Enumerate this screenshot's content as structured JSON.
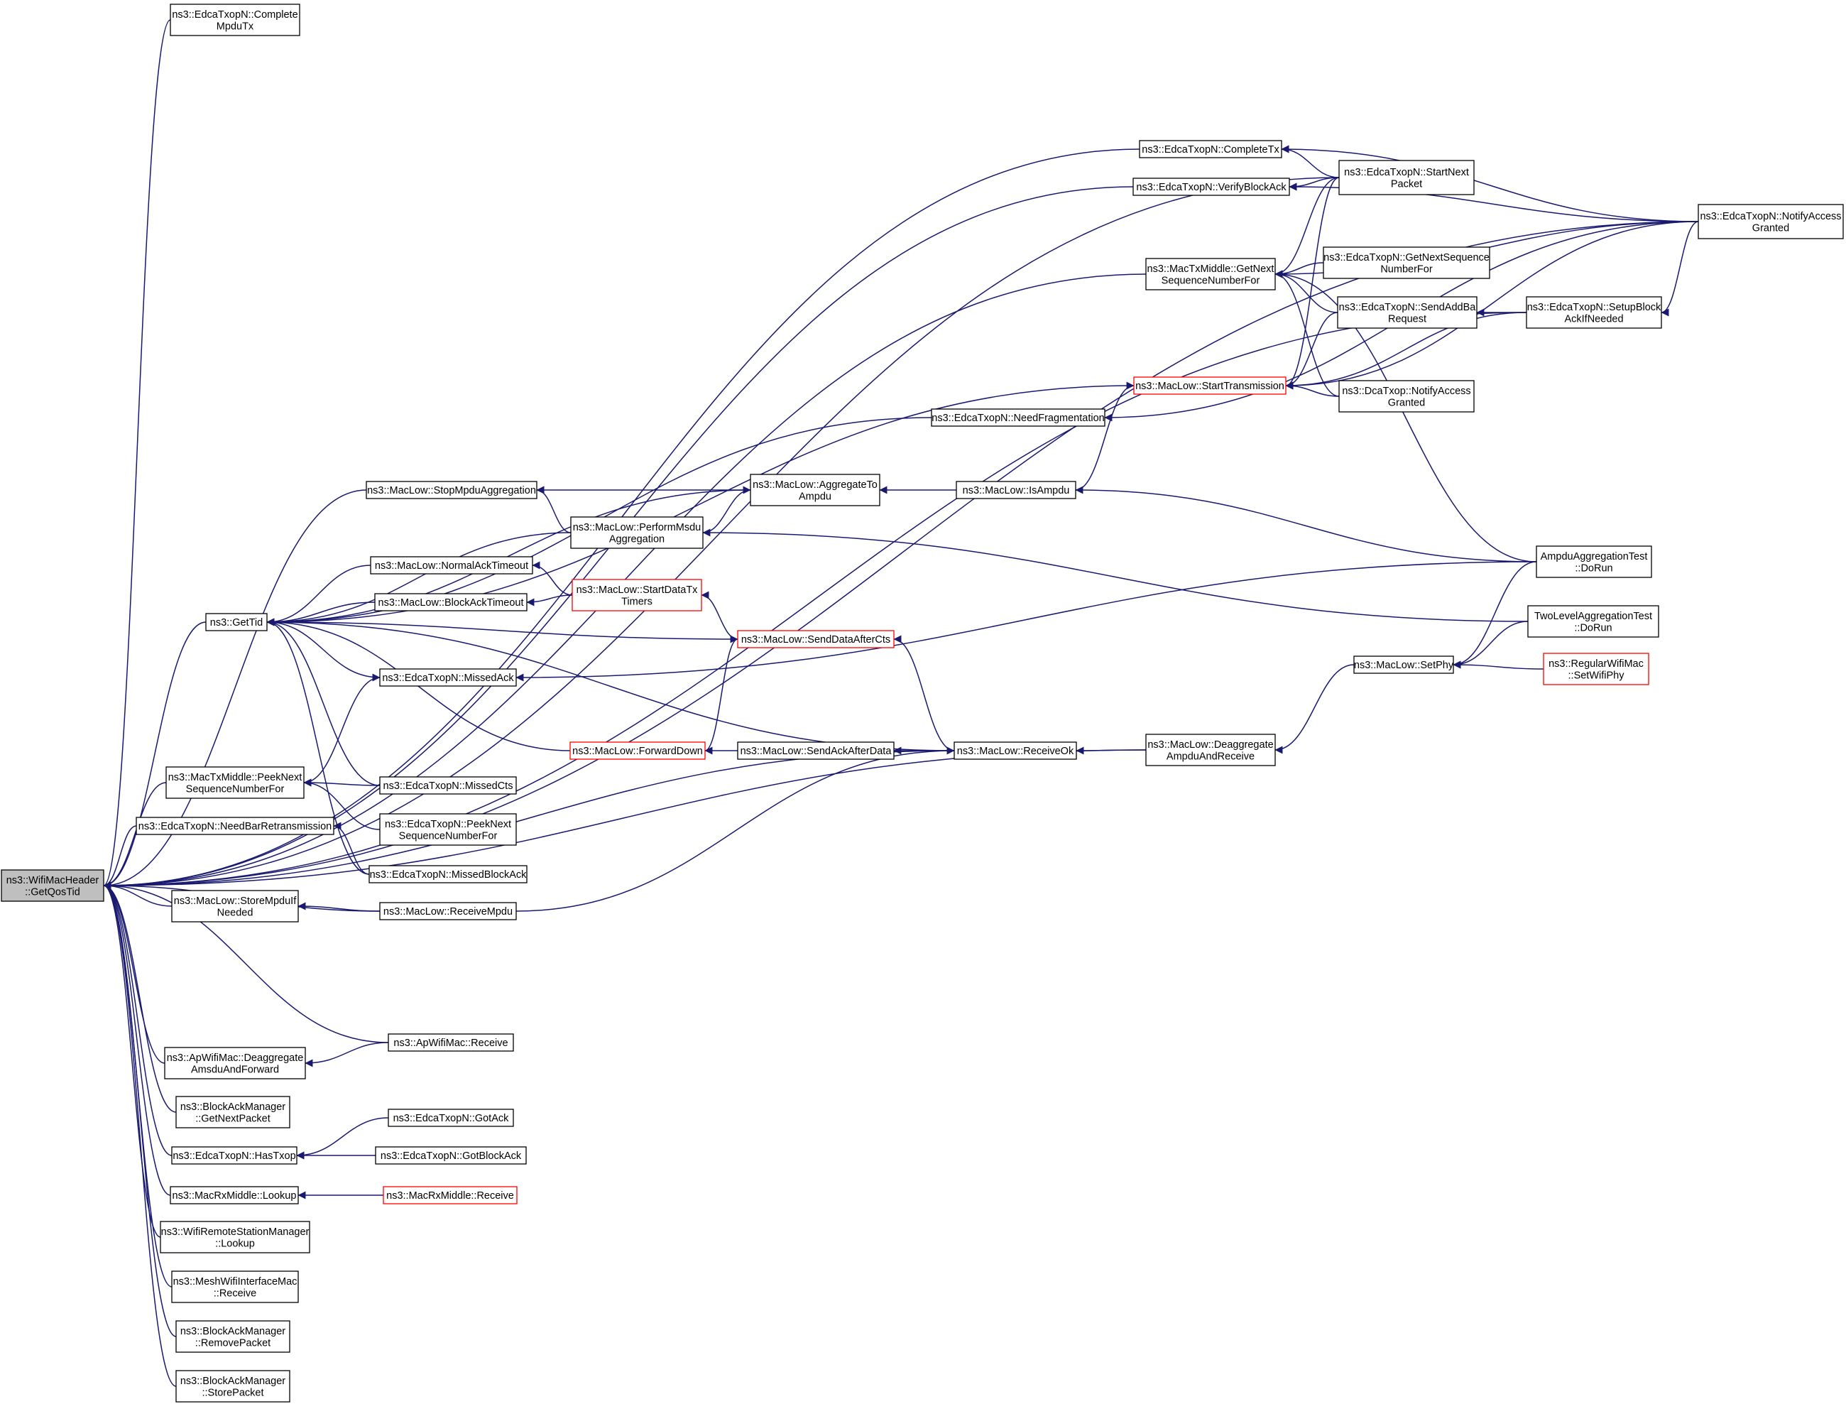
{
  "colors": {
    "edge": "#191970",
    "node_border": "#000000",
    "node_fill": "#ffffff",
    "selected_fill": "#bfbfbf",
    "truncated_border": "#ff0000"
  },
  "nodes": [
    {
      "id": "root",
      "lines": [
        "ns3::WifiMacHeader",
        "::GetQosTid"
      ],
      "style": "selected"
    },
    {
      "id": "completeMpduTx",
      "lines": [
        "ns3::EdcaTxopN::Complete",
        "MpduTx"
      ]
    },
    {
      "id": "completeTx",
      "lines": [
        "ns3::EdcaTxopN::CompleteTx"
      ]
    },
    {
      "id": "verifyBlockAck",
      "lines": [
        "ns3::EdcaTxopN::VerifyBlockAck"
      ]
    },
    {
      "id": "startNextPacket",
      "lines": [
        "ns3::EdcaTxopN::StartNext",
        "Packet"
      ]
    },
    {
      "id": "notifyAccessGranted",
      "lines": [
        "ns3::EdcaTxopN::NotifyAccess",
        "Granted"
      ]
    },
    {
      "id": "getNextSeq",
      "lines": [
        "ns3::MacTxMiddle::GetNext",
        "SequenceNumberFor"
      ]
    },
    {
      "id": "edcaGetNextSeq",
      "lines": [
        "ns3::EdcaTxopN::GetNextSequence",
        "NumberFor"
      ]
    },
    {
      "id": "sendAddBa",
      "lines": [
        "ns3::EdcaTxopN::SendAddBa",
        "Request"
      ]
    },
    {
      "id": "setupBlockAck",
      "lines": [
        "ns3::EdcaTxopN::SetupBlock",
        "AckIfNeeded"
      ]
    },
    {
      "id": "startTransmission",
      "lines": [
        "ns3::MacLow::StartTransmission"
      ],
      "style": "truncated"
    },
    {
      "id": "dcaNotify",
      "lines": [
        "ns3::DcaTxop::NotifyAccess",
        "Granted"
      ]
    },
    {
      "id": "needFragmentation",
      "lines": [
        "ns3::EdcaTxopN::NeedFragmentation"
      ]
    },
    {
      "id": "stopMpduAgg",
      "lines": [
        "ns3::MacLow::StopMpduAggregation"
      ]
    },
    {
      "id": "aggregateToAmpdu",
      "lines": [
        "ns3::MacLow::AggregateTo",
        "Ampdu"
      ]
    },
    {
      "id": "isAmpdu",
      "lines": [
        "ns3::MacLow::IsAmpdu"
      ]
    },
    {
      "id": "performMsdu",
      "lines": [
        "ns3::MacLow::PerformMsdu",
        "Aggregation"
      ]
    },
    {
      "id": "ampduTest",
      "lines": [
        "AmpduAggregationTest",
        "::DoRun"
      ]
    },
    {
      "id": "normalAckTimeout",
      "lines": [
        "ns3::MacLow::NormalAckTimeout"
      ]
    },
    {
      "id": "startDataTxTimers",
      "lines": [
        "ns3::MacLow::StartDataTx",
        "Timers"
      ],
      "style": "truncated"
    },
    {
      "id": "twoLevelTest",
      "lines": [
        "TwoLevelAggregationTest",
        "::DoRun"
      ]
    },
    {
      "id": "getTid",
      "lines": [
        "ns3::GetTid"
      ]
    },
    {
      "id": "blockAckTimeout",
      "lines": [
        "ns3::MacLow::BlockAckTimeout"
      ]
    },
    {
      "id": "sendDataAfterCts",
      "lines": [
        "ns3::MacLow::SendDataAfterCts"
      ],
      "style": "truncated"
    },
    {
      "id": "setPhy",
      "lines": [
        "ns3::MacLow::SetPhy"
      ]
    },
    {
      "id": "setWifiPhy",
      "lines": [
        "ns3::RegularWifiMac",
        "::SetWifiPhy"
      ],
      "style": "truncated"
    },
    {
      "id": "missedAck",
      "lines": [
        "ns3::EdcaTxopN::MissedAck"
      ]
    },
    {
      "id": "forwardDown",
      "lines": [
        "ns3::MacLow::ForwardDown"
      ],
      "style": "truncated"
    },
    {
      "id": "sendAckAfterData",
      "lines": [
        "ns3::MacLow::SendAckAfterData"
      ]
    },
    {
      "id": "receiveOk",
      "lines": [
        "ns3::MacLow::ReceiveOk"
      ]
    },
    {
      "id": "deaggregateAmpdu",
      "lines": [
        "ns3::MacLow::Deaggregate",
        "AmpduAndReceive"
      ]
    },
    {
      "id": "peekNextSeqMid",
      "lines": [
        "ns3::MacTxMiddle::PeekNext",
        "SequenceNumberFor"
      ]
    },
    {
      "id": "missedCts",
      "lines": [
        "ns3::EdcaTxopN::MissedCts"
      ]
    },
    {
      "id": "edcaPeekNextSeq",
      "lines": [
        "ns3::EdcaTxopN::PeekNext",
        "SequenceNumberFor"
      ]
    },
    {
      "id": "needBarRetrans",
      "lines": [
        "ns3::EdcaTxopN::NeedBarRetransmission"
      ]
    },
    {
      "id": "missedBlockAck",
      "lines": [
        "ns3::EdcaTxopN::MissedBlockAck"
      ]
    },
    {
      "id": "storeMpduIfNeeded",
      "lines": [
        "ns3::MacLow::StoreMpduIf",
        "Needed"
      ]
    },
    {
      "id": "receiveMpdu",
      "lines": [
        "ns3::MacLow::ReceiveMpdu"
      ]
    },
    {
      "id": "apDeaggregate",
      "lines": [
        "ns3::ApWifiMac::Deaggregate",
        "AmsduAndForward"
      ]
    },
    {
      "id": "apReceive",
      "lines": [
        "ns3::ApWifiMac::Receive"
      ]
    },
    {
      "id": "bamGetNextPacket",
      "lines": [
        "ns3::BlockAckManager",
        "::GetNextPacket"
      ]
    },
    {
      "id": "gotAck",
      "lines": [
        "ns3::EdcaTxopN::GotAck"
      ]
    },
    {
      "id": "hasTxop",
      "lines": [
        "ns3::EdcaTxopN::HasTxop"
      ]
    },
    {
      "id": "gotBlockAck",
      "lines": [
        "ns3::EdcaTxopN::GotBlockAck"
      ]
    },
    {
      "id": "rxMiddleLookup",
      "lines": [
        "ns3::MacRxMiddle::Lookup"
      ]
    },
    {
      "id": "rxMiddleReceive",
      "lines": [
        "ns3::MacRxMiddle::Receive"
      ],
      "style": "truncated"
    },
    {
      "id": "rsmLookup",
      "lines": [
        "ns3::WifiRemoteStationManager",
        "::Lookup"
      ]
    },
    {
      "id": "meshReceive",
      "lines": [
        "ns3::MeshWifiInterfaceMac",
        "::Receive"
      ]
    },
    {
      "id": "bamRemovePacket",
      "lines": [
        "ns3::BlockAckManager",
        "::RemovePacket"
      ]
    },
    {
      "id": "bamStorePacket",
      "lines": [
        "ns3::BlockAckManager",
        "::StorePacket"
      ]
    }
  ],
  "edges": [
    [
      "completeMpduTx",
      "root"
    ],
    [
      "notifyAccessGranted",
      "root"
    ],
    [
      "completeTx",
      "root"
    ],
    [
      "verifyBlockAck",
      "root"
    ],
    [
      "startNextPacket",
      "root"
    ],
    [
      "getNextSeq",
      "root"
    ],
    [
      "setupBlockAck",
      "root"
    ],
    [
      "stopMpduAgg",
      "root"
    ],
    [
      "getTid",
      "root"
    ],
    [
      "peekNextSeqMid",
      "root"
    ],
    [
      "needBarRetrans",
      "root"
    ],
    [
      "storeMpduIfNeeded",
      "root"
    ],
    [
      "receiveMpdu",
      "root"
    ],
    [
      "receiveOk",
      "root"
    ],
    [
      "deaggregateAmpdu",
      "root"
    ],
    [
      "apReceive",
      "root"
    ],
    [
      "apDeaggregate",
      "root"
    ],
    [
      "bamGetNextPacket",
      "root"
    ],
    [
      "hasTxop",
      "root"
    ],
    [
      "rxMiddleLookup",
      "root"
    ],
    [
      "rsmLookup",
      "root"
    ],
    [
      "meshReceive",
      "root"
    ],
    [
      "bamRemovePacket",
      "root"
    ],
    [
      "bamStorePacket",
      "root"
    ],
    [
      "notifyAccessGranted",
      "completeTx"
    ],
    [
      "startNextPacket",
      "completeTx"
    ],
    [
      "notifyAccessGranted",
      "verifyBlockAck"
    ],
    [
      "startNextPacket",
      "verifyBlockAck"
    ],
    [
      "startNextPacket",
      "getNextSeq"
    ],
    [
      "notifyAccessGranted",
      "getNextSeq"
    ],
    [
      "edcaGetNextSeq",
      "getNextSeq"
    ],
    [
      "sendAddBa",
      "getNextSeq"
    ],
    [
      "dcaNotify",
      "getNextSeq"
    ],
    [
      "ampduTest",
      "getNextSeq"
    ],
    [
      "setupBlockAck",
      "sendAddBa"
    ],
    [
      "notifyAccessGranted",
      "setupBlockAck"
    ],
    [
      "startNextPacket",
      "startTransmission"
    ],
    [
      "sendAddBa",
      "startTransmission"
    ],
    [
      "dcaNotify",
      "startTransmission"
    ],
    [
      "notifyAccessGranted",
      "startTransmission"
    ],
    [
      "setupBlockAck",
      "startTransmission"
    ],
    [
      "isAmpdu",
      "startTransmission"
    ],
    [
      "startTransmission",
      "getTid"
    ],
    [
      "needFragmentation",
      "getTid"
    ],
    [
      "aggregateToAmpdu",
      "getTid"
    ],
    [
      "performMsdu",
      "getTid"
    ],
    [
      "normalAckTimeout",
      "getTid"
    ],
    [
      "blockAckTimeout",
      "getTid"
    ],
    [
      "sendDataAfterCts",
      "getTid"
    ],
    [
      "missedAck",
      "getTid"
    ],
    [
      "receiveOk",
      "getTid"
    ],
    [
      "forwardDown",
      "getTid"
    ],
    [
      "missedCts",
      "getTid"
    ],
    [
      "missedBlockAck",
      "getTid"
    ],
    [
      "notifyAccessGranted",
      "needFragmentation"
    ],
    [
      "aggregateToAmpdu",
      "stopMpduAgg"
    ],
    [
      "performMsdu",
      "stopMpduAgg"
    ],
    [
      "isAmpdu",
      "aggregateToAmpdu"
    ],
    [
      "performMsdu",
      "aggregateToAmpdu"
    ],
    [
      "ampduTest",
      "isAmpdu"
    ],
    [
      "twoLevelTest",
      "performMsdu"
    ],
    [
      "startDataTxTimers",
      "normalAckTimeout"
    ],
    [
      "startDataTxTimers",
      "blockAckTimeout"
    ],
    [
      "sendDataAfterCts",
      "startDataTxTimers"
    ],
    [
      "receiveOk",
      "sendDataAfterCts"
    ],
    [
      "forwardDown",
      "sendDataAfterCts"
    ],
    [
      "sendAckAfterData",
      "forwardDown"
    ],
    [
      "receiveOk",
      "sendAckAfterData"
    ],
    [
      "deaggregateAmpdu",
      "receiveOk"
    ],
    [
      "receiveMpdu",
      "receiveOk"
    ],
    [
      "setPhy",
      "deaggregateAmpdu"
    ],
    [
      "ampduTest",
      "setPhy"
    ],
    [
      "twoLevelTest",
      "setPhy"
    ],
    [
      "setWifiPhy",
      "setPhy"
    ],
    [
      "ampduTest",
      "missedAck"
    ],
    [
      "peekNextSeqMid",
      "missedAck"
    ],
    [
      "missedCts",
      "peekNextSeqMid"
    ],
    [
      "edcaPeekNextSeq",
      "peekNextSeqMid"
    ],
    [
      "missedBlockAck",
      "needBarRetrans"
    ],
    [
      "receiveMpdu",
      "storeMpduIfNeeded"
    ],
    [
      "apReceive",
      "apDeaggregate"
    ],
    [
      "gotAck",
      "hasTxop"
    ],
    [
      "gotBlockAck",
      "hasTxop"
    ],
    [
      "rxMiddleReceive",
      "rxMiddleLookup"
    ]
  ]
}
